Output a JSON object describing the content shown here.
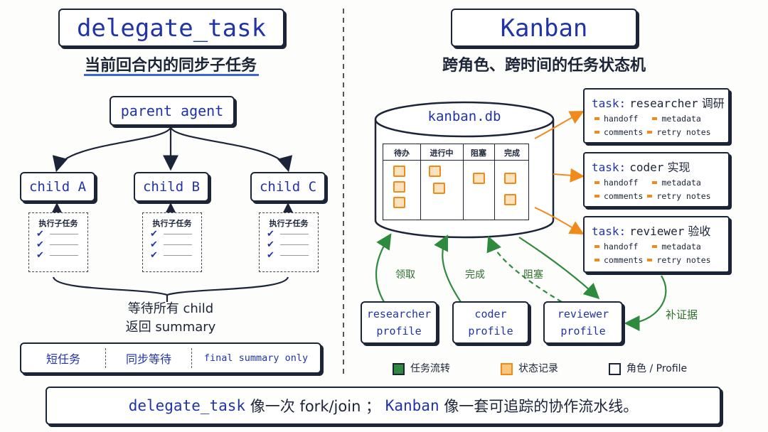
{
  "left": {
    "header": "delegate_task",
    "subtitle": "当前回合内的同步子任务",
    "parent": "parent agent",
    "children": [
      {
        "label": "child A",
        "task_title": "执行子任务"
      },
      {
        "label": "child B",
        "task_title": "执行子任务"
      },
      {
        "label": "child C",
        "task_title": "执行子任务"
      }
    ],
    "check": "✔",
    "wait_line1": "等待所有 child",
    "wait_line2": "返回 summary",
    "tags": [
      "短任务",
      "同步等待",
      "final summary only"
    ]
  },
  "right": {
    "header": "Kanban",
    "subtitle": "跨角色、跨时间的任务状态机",
    "db_title": "kanban.db",
    "columns": [
      "待办",
      "进行中",
      "阻塞",
      "完成"
    ],
    "tasks": [
      {
        "prefix": "task:",
        "name": "researcher",
        "cn": "调研",
        "fields": [
          "handoff",
          "metadata",
          "comments",
          "retry notes"
        ]
      },
      {
        "prefix": "task:",
        "name": "coder",
        "cn": "实现",
        "fields": [
          "handoff",
          "metadata",
          "comments",
          "retry notes"
        ]
      },
      {
        "prefix": "task:",
        "name": "reviewer",
        "cn": "验收",
        "fields": [
          "handoff",
          "metadata",
          "comments",
          "retry notes"
        ]
      }
    ],
    "profiles": [
      {
        "line1": "researcher",
        "line2": "profile"
      },
      {
        "line1": "coder",
        "line2": "profile"
      },
      {
        "line1": "reviewer",
        "line2": "profile"
      }
    ],
    "flow_labels": {
      "claim": "领取",
      "done": "完成",
      "blocked": "阻塞",
      "evidence": "补证据"
    },
    "legend": [
      {
        "label": "任务流转",
        "color": "#2e8b3e"
      },
      {
        "label": "状态记录",
        "color": "#f08a1a"
      },
      {
        "label": "角色 / Profile",
        "color": "#1c2438"
      }
    ]
  },
  "footer": {
    "part1": "delegate_task",
    "part2": " 像一次 fork/join ； ",
    "part3": "Kanban",
    "part4": " 像一套可追踪的协作流水线。"
  }
}
